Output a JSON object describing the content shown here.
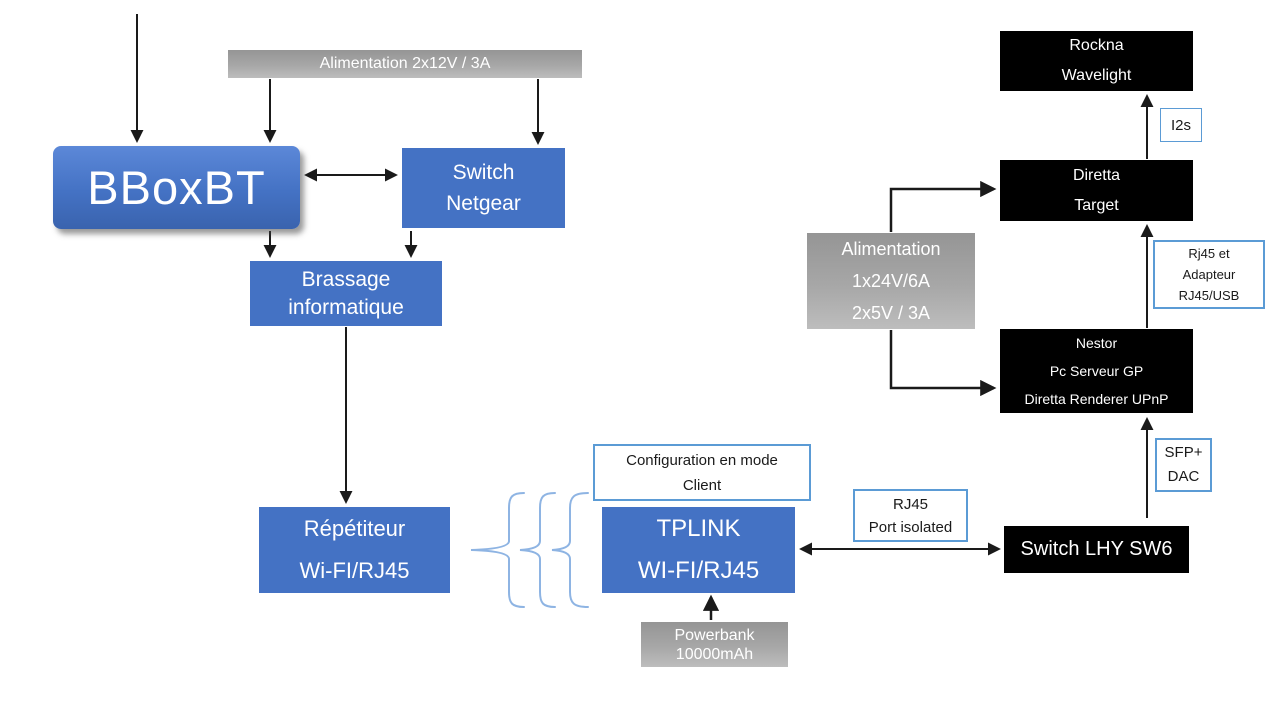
{
  "nodes": {
    "bboxbt": {
      "label": "BBoxBT"
    },
    "alim_top": {
      "label": "Alimentation 2x12V / 3A"
    },
    "switch_netgear": {
      "line1": "Switch",
      "line2": "Netgear"
    },
    "brassage": {
      "line1": "Brassage",
      "line2": "informatique"
    },
    "repetiteur": {
      "line1": "Répétiteur",
      "line2": "Wi-FI/RJ45"
    },
    "config_client": {
      "line1": "Configuration en mode",
      "line2": "Client"
    },
    "tplink": {
      "line1": "TPLINK",
      "line2": "WI-FI/RJ45"
    },
    "powerbank": {
      "line1": "Powerbank",
      "line2": "10000mAh"
    },
    "rj45_isolated": {
      "line1": "RJ45",
      "line2": "Port isolated"
    },
    "switch_lhy": {
      "label": "Switch LHY SW6"
    },
    "sfp_dac": {
      "line1": "SFP+",
      "line2": "DAC"
    },
    "nestor": {
      "line1": "Nestor",
      "line2": "Pc Serveur GP",
      "line3": "Diretta Renderer UPnP"
    },
    "rj45_adapter": {
      "line1": "Rj45 et",
      "line2": "Adapteur",
      "line3": "RJ45/USB"
    },
    "diretta_target": {
      "line1": "Diretta",
      "line2": "Target"
    },
    "i2s": {
      "label": "I2s"
    },
    "rockna": {
      "line1": "Rockna",
      "line2": "Wavelight"
    },
    "alim_right": {
      "line1": "Alimentation",
      "line2": "1x24V/6A",
      "line3": "2x5V / 3A"
    }
  },
  "colors": {
    "node_blue": "#4472C4",
    "node_black": "#000000",
    "node_gray": "#A6A6A6",
    "label_border_blue": "#5B9BD5",
    "brace_blue": "#8EB4E3",
    "arrow_black": "#1A1A1A"
  }
}
